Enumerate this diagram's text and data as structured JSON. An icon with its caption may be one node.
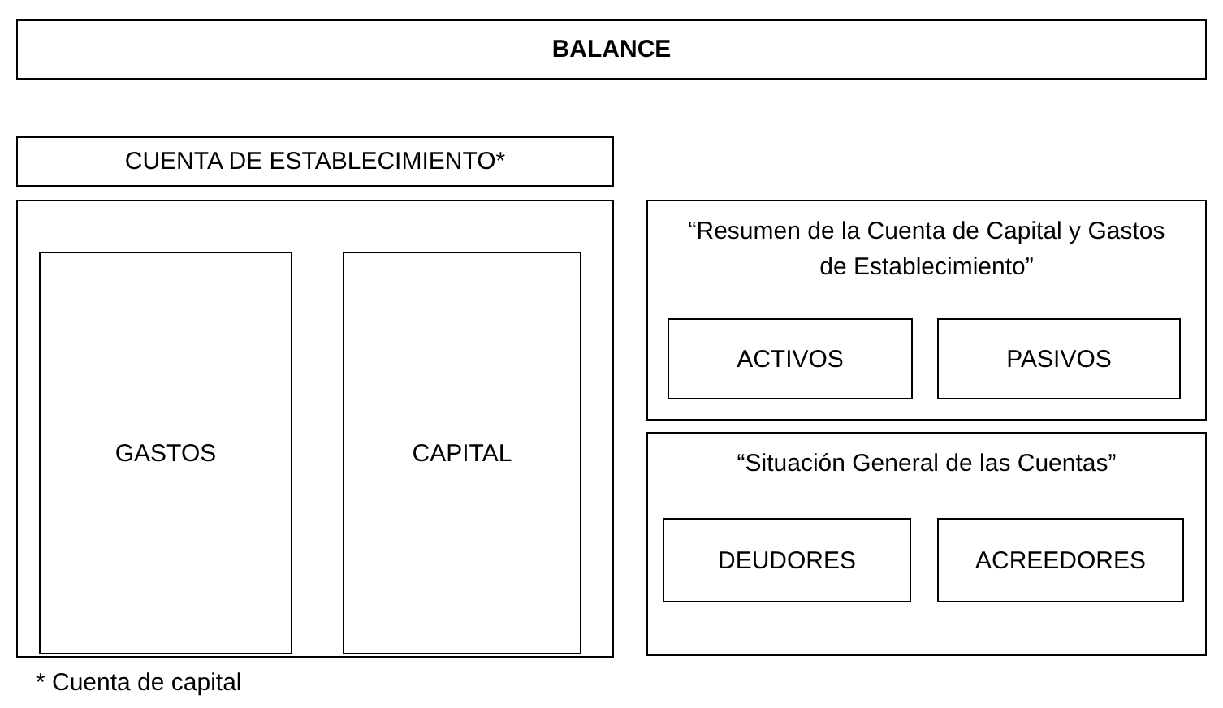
{
  "diagram": {
    "nodes": [
      {
        "text": [
          "BALANCE"
        ]
      },
      {
        "text": [
          "CUENTA DE ESTABLECIMIENTO*"
        ]
      },
      {
        "text": [],
        "shape": "box"
      },
      {
        "text": [
          "GASTOS"
        ],
        "in": 2
      },
      {
        "text": [
          "CAPITAL"
        ],
        "in": 2
      },
      {
        "text": [
          "“Resumen de la Cuenta de Capital y Gastos de Establecimiento”"
        ]
      },
      {
        "text": [
          "ACTIVOS"
        ],
        "in": 5
      },
      {
        "text": [
          "PASIVOS"
        ],
        "in": 5
      },
      {
        "text": [
          "“Situación General de las Cuentas”"
        ]
      },
      {
        "text": [
          "DEUDORES"
        ],
        "in": 8
      },
      {
        "text": [
          "ACREEDORES"
        ],
        "in": 8
      }
    ],
    "edges": [],
    "labels": [
      "* Cuenta de capital"
    ]
  }
}
